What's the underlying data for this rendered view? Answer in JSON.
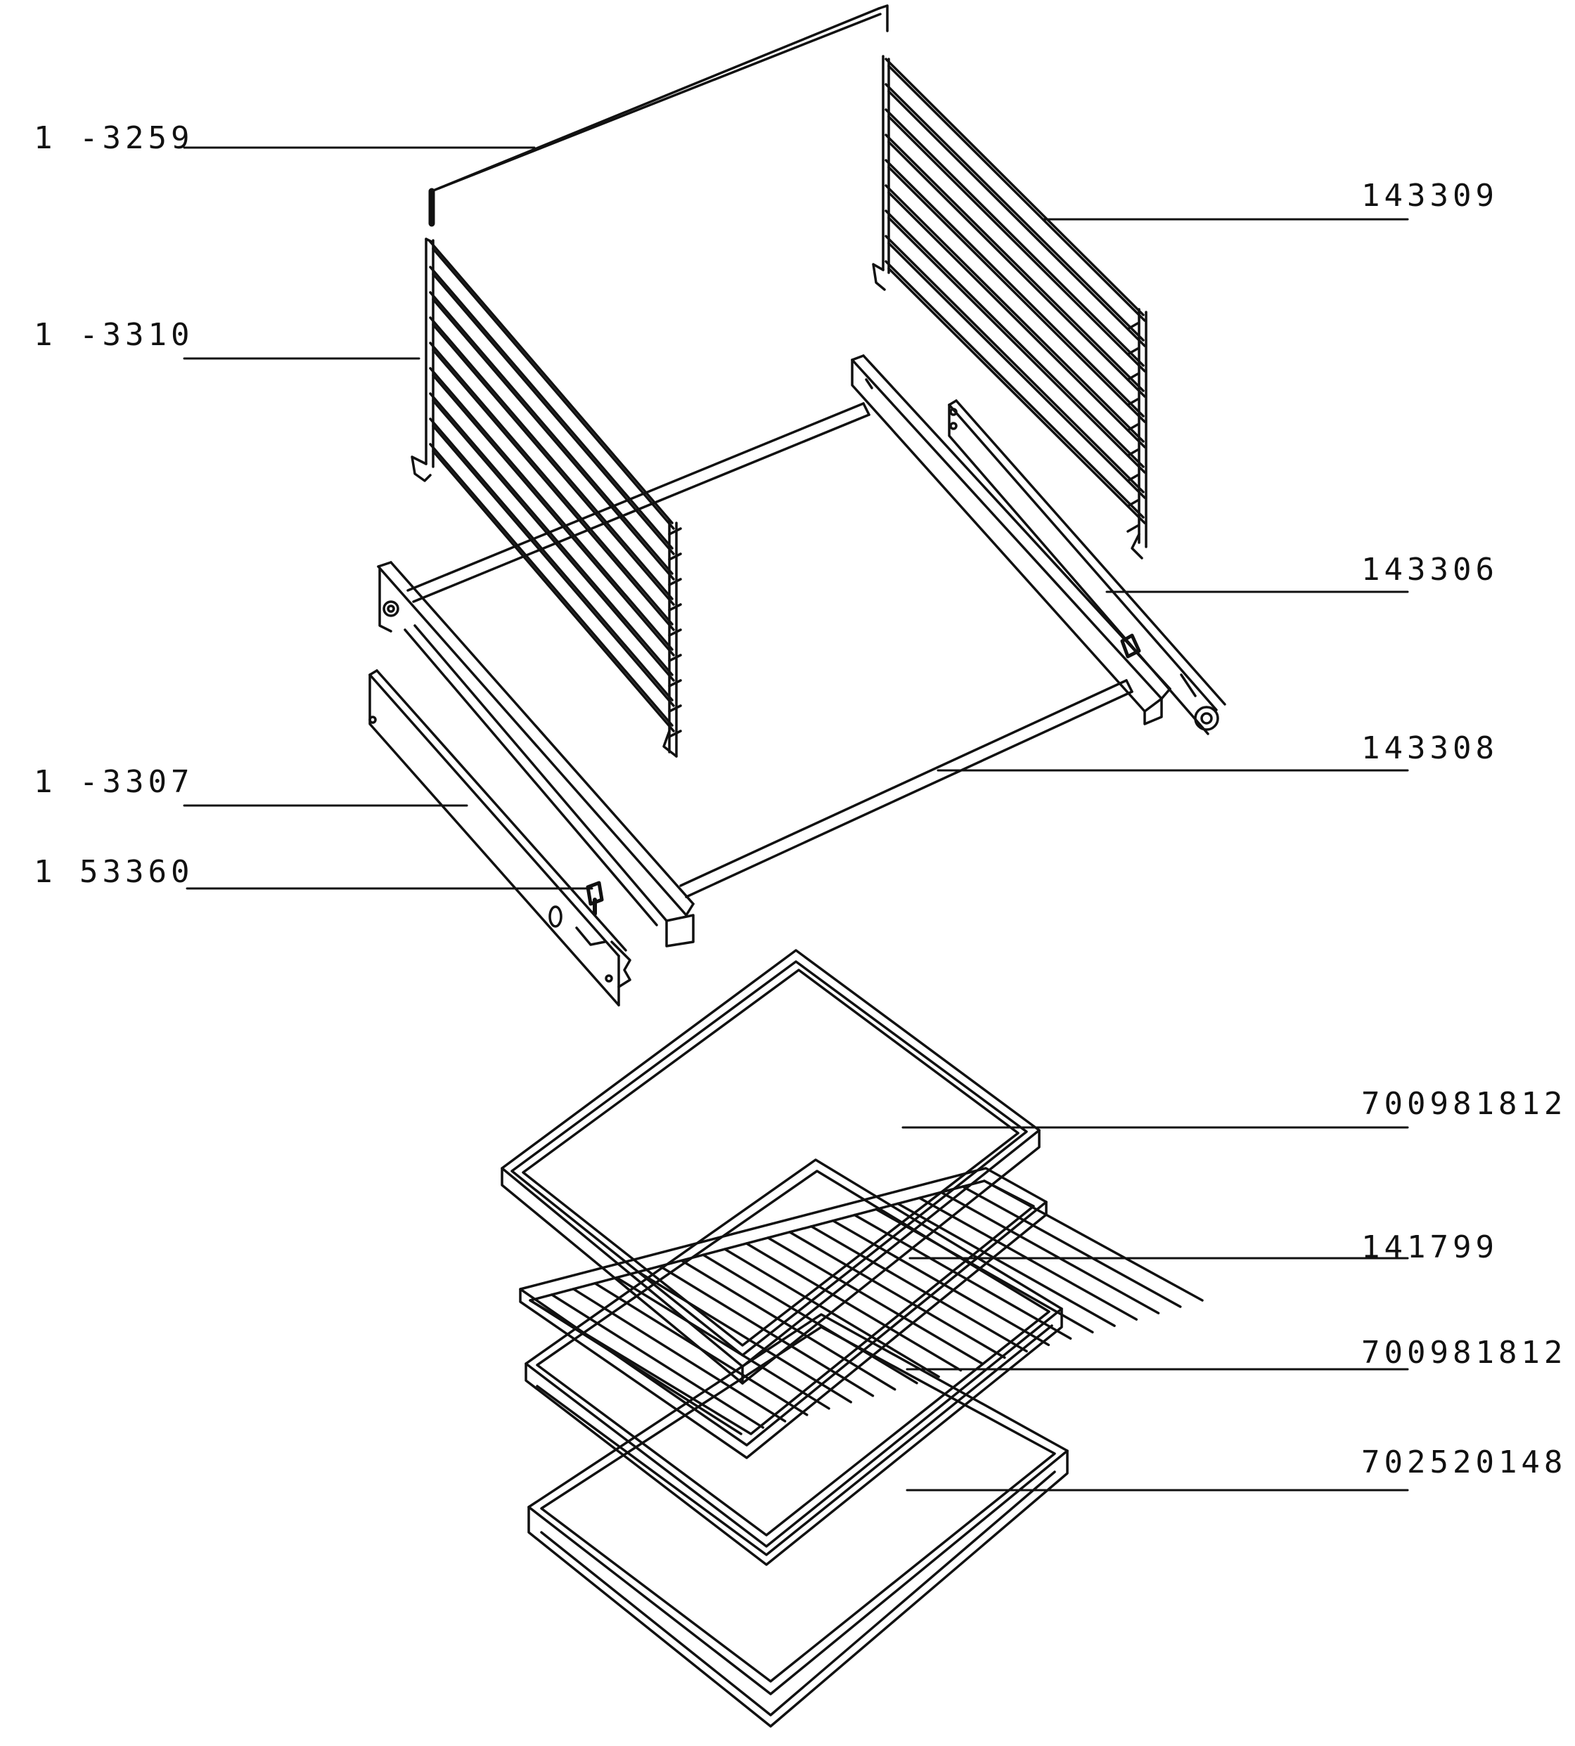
{
  "colors": {
    "ink": "#111111",
    "background": "#ffffff"
  },
  "labels": {
    "shelf_support_top": "1 -3259",
    "side_rack_left": "1 -3310",
    "side_rack_right": "143309",
    "telescopic_rail_right": "143306",
    "telescopic_rail_left": "1 -3307",
    "front_cross_bar": "143308",
    "rail_screw": "1 53360",
    "enamel_tray_top": "700981812",
    "wire_grid": "141799",
    "enamel_tray_middle": "700981812",
    "baking_tray": "702520148"
  }
}
